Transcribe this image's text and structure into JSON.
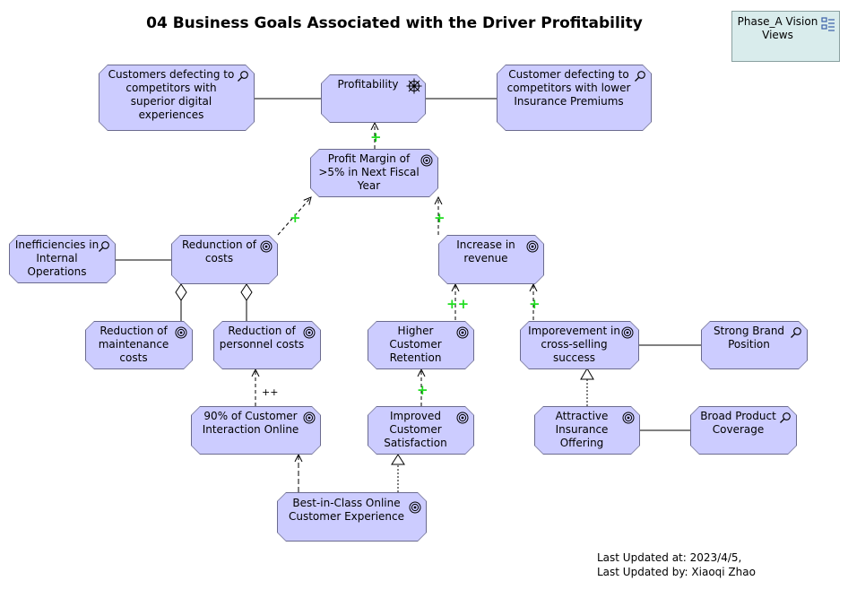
{
  "title": "04 Business Goals Associated with the Driver Profitability",
  "view_ref": {
    "label": "Phase_A Vision Views",
    "icon": "view-list-icon"
  },
  "footer": {
    "updated_at": "Last Updated at: 2023/4/5,",
    "updated_by": "Last Updated by: Xiaoqi Zhao"
  },
  "nodes": {
    "customers_defecting_digital": {
      "label": "Customers defecting to competitors with superior digital experiences",
      "icon": "assessment-icon"
    },
    "profitability": {
      "label": "Profitability",
      "icon": "driver-icon"
    },
    "customer_defecting_premiums": {
      "label": "Customer defecting to competitors with lower Insurance Premiums",
      "icon": "assessment-icon"
    },
    "profit_margin": {
      "label": "Profit Margin of >5% in Next Fiscal Year",
      "icon": "goal-icon"
    },
    "inefficiencies": {
      "label": "Inefficiencies in Internal Operations",
      "icon": "assessment-icon"
    },
    "reduction_costs": {
      "label": "Redunction of costs",
      "icon": "goal-icon"
    },
    "increase_revenue": {
      "label": "Increase in revenue",
      "icon": "goal-icon"
    },
    "reduction_maintenance": {
      "label": "Reduction of maintenance costs",
      "icon": "goal-icon"
    },
    "reduction_personnel": {
      "label": "Reduction of personnel costs",
      "icon": "goal-icon"
    },
    "higher_retention": {
      "label": "Higher Customer Retention",
      "icon": "goal-icon"
    },
    "cross_selling": {
      "label": "Imporevement in cross-selling success",
      "icon": "goal-icon"
    },
    "strong_brand": {
      "label": "Strong Brand Position",
      "icon": "assessment-icon"
    },
    "customer_interaction": {
      "label": "90% of Customer Interaction Online",
      "icon": "goal-icon"
    },
    "improved_satisfaction": {
      "label": "Improved Customer Satisfaction",
      "icon": "goal-icon"
    },
    "attractive_offering": {
      "label": "Attractive Insurance Offering",
      "icon": "goal-icon"
    },
    "broad_coverage": {
      "label": "Broad Product Coverage",
      "icon": "assessment-icon"
    },
    "best_in_class": {
      "label": "Best-in-Class Online Customer Experience",
      "icon": "goal-icon"
    }
  },
  "influence_labels": {
    "margin_to_profitability": "+",
    "costs_to_margin": "+",
    "revenue_to_margin": "+",
    "retention_to_revenue": "++",
    "crossselling_to_revenue": "+",
    "satisfaction_to_retention": "+",
    "interaction_to_personnel": "++"
  },
  "colors": {
    "element_fill": "#ccccff",
    "element_border": "#6b6b8f",
    "positive_influence": "#22dd22",
    "view_ref_fill": "#d9ecec"
  }
}
